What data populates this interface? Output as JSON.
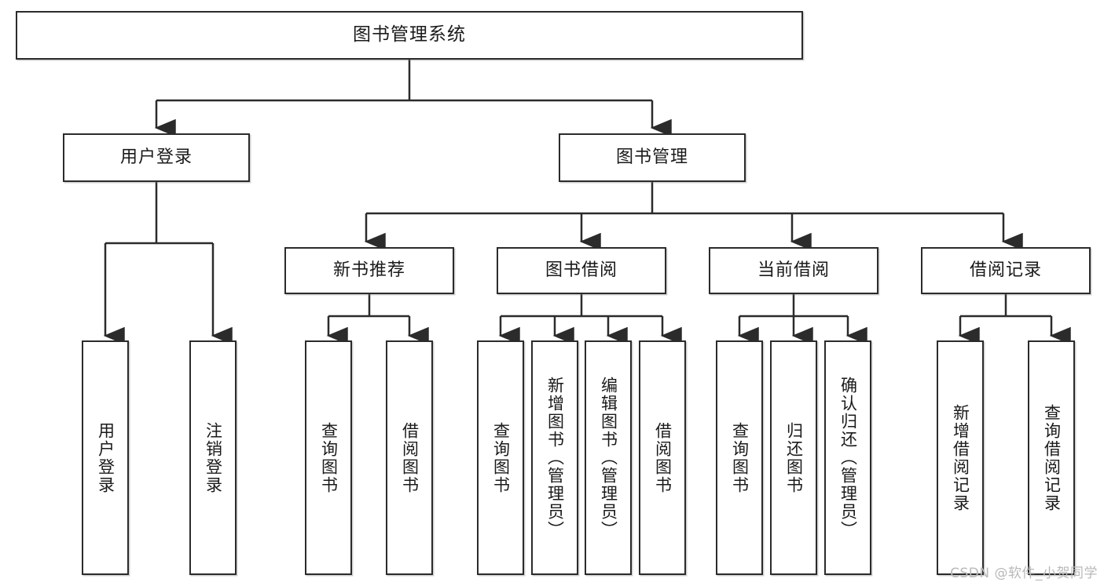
{
  "diagram": {
    "title": "图书管理系统",
    "type": "tree",
    "watermark": "CSDN @软件_小贺同学",
    "colors": {
      "border": "#2b2b2b",
      "background": "#ffffff",
      "text": "#1a1a1a",
      "watermark": "#b9b9b9"
    },
    "nodes": {
      "root": {
        "label": "图书管理系统"
      },
      "level2": [
        {
          "label": "用户登录"
        },
        {
          "label": "图书管理"
        }
      ],
      "level3": [
        {
          "label": "新书推荐"
        },
        {
          "label": "图书借阅"
        },
        {
          "label": "当前借阅"
        },
        {
          "label": "借阅记录"
        }
      ],
      "leaves": {
        "user_login": [
          {
            "label": "用户登录"
          },
          {
            "label": "注销登录"
          }
        ],
        "new_book": [
          {
            "label": "查询图书"
          },
          {
            "label": "借阅图书"
          }
        ],
        "book_borrow": [
          {
            "label": "查询图书"
          },
          {
            "label": "新增图书（管理员）"
          },
          {
            "label": "编辑图书（管理员）"
          },
          {
            "label": "借阅图书"
          }
        ],
        "current_borrow": [
          {
            "label": "查询图书"
          },
          {
            "label": "归还图书"
          },
          {
            "label": "确认归还（管理员）"
          }
        ],
        "borrow_record": [
          {
            "label": "新增借阅记录"
          },
          {
            "label": "查询借阅记录"
          }
        ]
      }
    }
  }
}
